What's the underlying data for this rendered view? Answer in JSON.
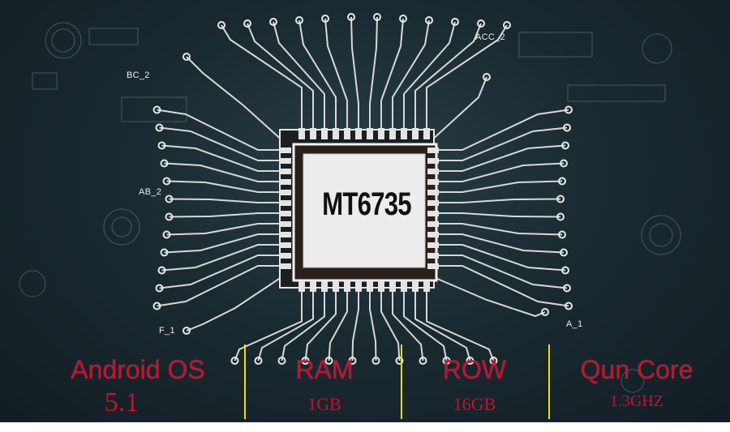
{
  "chip": {
    "label": "MT6735"
  },
  "tags": {
    "acc2": "ACC_2",
    "bc2": "BC_2",
    "ab2": "AB_2",
    "f1": "F_1",
    "a1": "A_1"
  },
  "specs": [
    {
      "title": "Android  OS",
      "value": "5.1"
    },
    {
      "title": "RAM",
      "value": "1GB"
    },
    {
      "title": "ROW",
      "value": "16GB"
    },
    {
      "title": "Qun Core",
      "value": "1.3GHZ"
    }
  ],
  "colors": {
    "background": "#1a2a31",
    "accent_red": "#c8102e",
    "divider_yellow": "#f2e000",
    "trace": "#d8d8d8"
  }
}
